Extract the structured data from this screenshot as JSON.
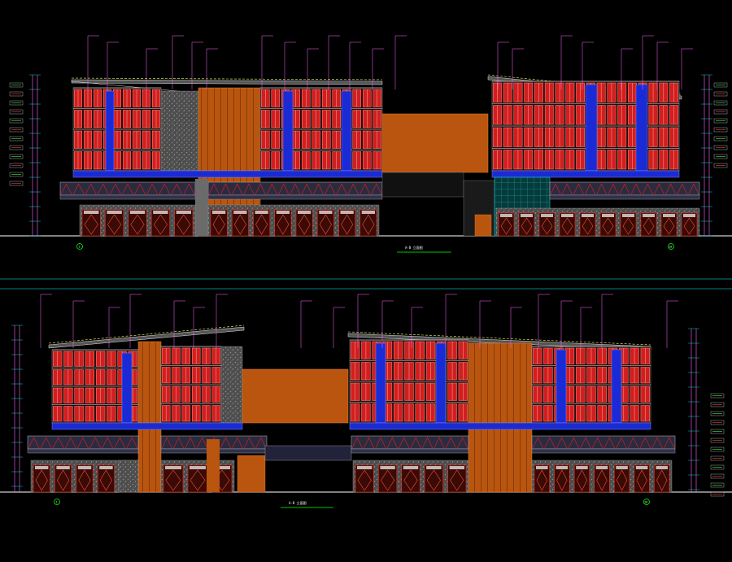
{
  "drawing": {
    "elevation_titles": [
      "A-B  立面图",
      "A-B  立面图"
    ],
    "grid_marks": [
      "1",
      "10",
      "1",
      "10"
    ],
    "colors": {
      "background": "#000000",
      "window_red": "#d21e1e",
      "panel_blue": "#1a2bd6",
      "wood_orange": "#b9550f",
      "concrete_gray": "#6b6b6b",
      "leader_line": "#ff66ff",
      "dimension_line": "#00ffff",
      "annotation_text": "#e8e8e8"
    }
  }
}
